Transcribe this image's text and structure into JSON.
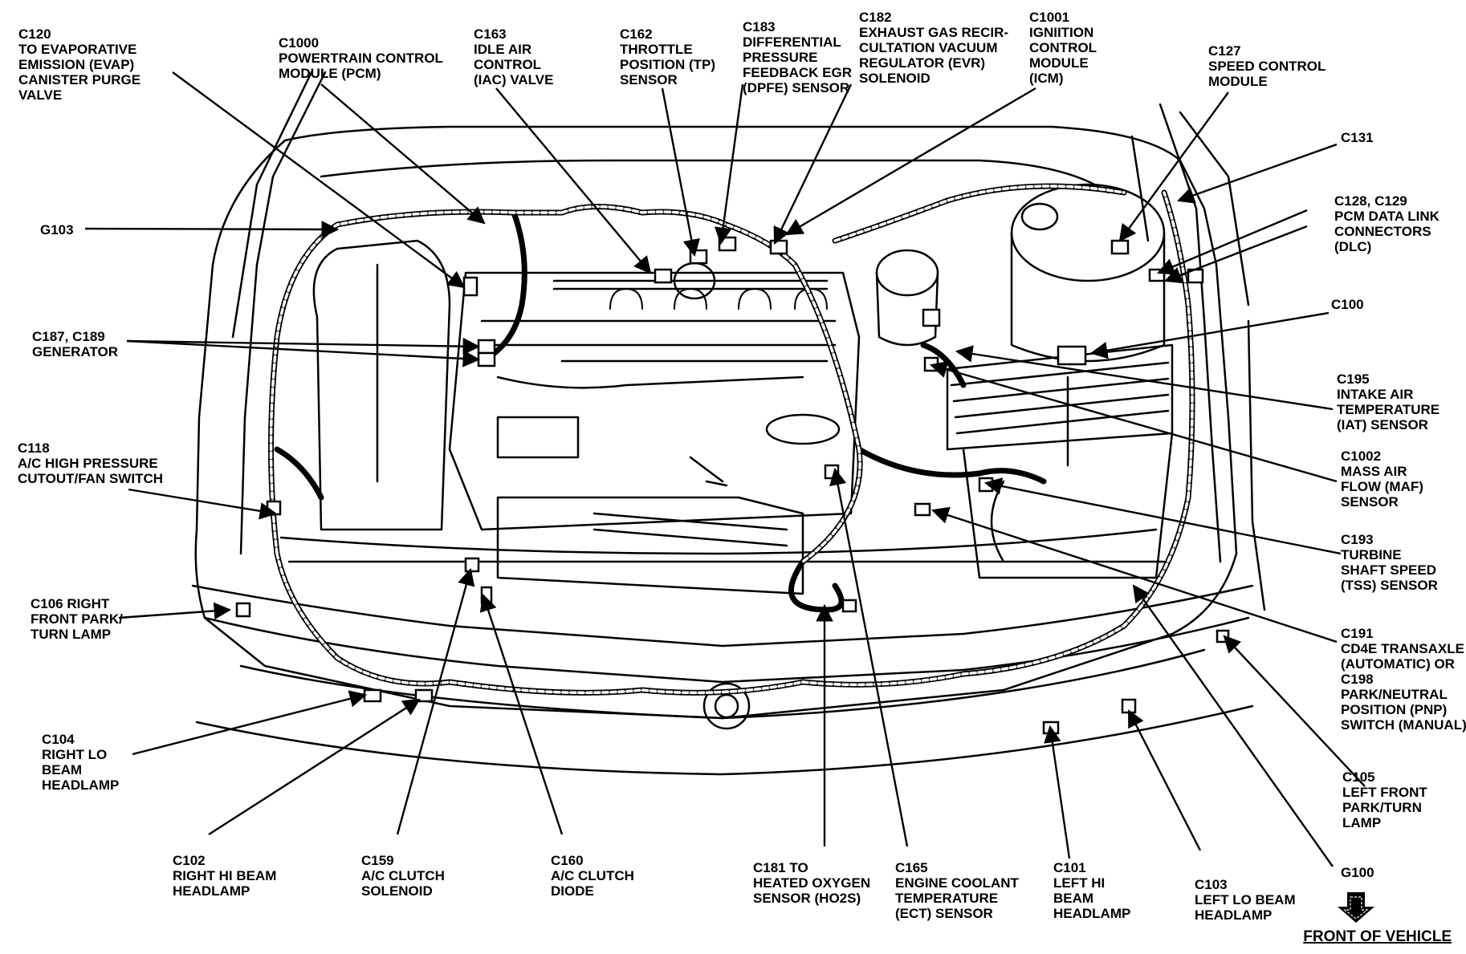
{
  "callouts": [
    {
      "id": "c120",
      "lines": [
        "C120",
        "TO EVAPORATIVE",
        "EMISSION (EVAP)",
        "CANISTER PURGE",
        "VALVE"
      ]
    },
    {
      "id": "c1000",
      "lines": [
        "C1000",
        "POWERTRAIN CONTROL",
        "MODULE  (PCM)"
      ]
    },
    {
      "id": "c163",
      "lines": [
        "C163",
        "IDLE AIR",
        "CONTROL",
        "(IAC) VALVE"
      ]
    },
    {
      "id": "c162",
      "lines": [
        "C162",
        "THROTTLE",
        "POSITION (TP)",
        "SENSOR"
      ]
    },
    {
      "id": "c183",
      "lines": [
        "C183",
        "DIFFERENTIAL",
        "PRESSURE",
        "FEEDBACK EGR",
        "(DPFE) SENSOR"
      ]
    },
    {
      "id": "c182",
      "lines": [
        "C182",
        "EXHAUST GAS RECIR-",
        "CULTATION VACUUM",
        "REGULATOR (EVR)",
        "SOLENOID"
      ]
    },
    {
      "id": "c1001",
      "lines": [
        "C1001",
        "IGNIITION",
        "CONTROL",
        "MODULE",
        "(ICM)"
      ]
    },
    {
      "id": "c127",
      "lines": [
        "C127",
        "SPEED CONTROL",
        "MODULE"
      ]
    },
    {
      "id": "c131",
      "lines": [
        "C131"
      ]
    },
    {
      "id": "g103",
      "lines": [
        "G103"
      ]
    },
    {
      "id": "c128",
      "lines": [
        "C128, C129",
        "PCM DATA LINK",
        "CONNECTORS",
        "(DLC)"
      ]
    },
    {
      "id": "c100",
      "lines": [
        "C100"
      ]
    },
    {
      "id": "c187",
      "lines": [
        "C187, C189",
        "GENERATOR"
      ]
    },
    {
      "id": "c195",
      "lines": [
        "C195",
        "INTAKE AIR",
        "TEMPERATURE",
        "(IAT) SENSOR"
      ]
    },
    {
      "id": "c118",
      "lines": [
        "C118",
        "A/C HIGH PRESSURE",
        "CUTOUT/FAN SWITCH"
      ]
    },
    {
      "id": "c1002",
      "lines": [
        "C1002",
        "MASS AIR",
        "FLOW (MAF)",
        "SENSOR"
      ]
    },
    {
      "id": "c193",
      "lines": [
        "C193",
        "TURBINE",
        "SHAFT SPEED",
        "(TSS) SENSOR"
      ]
    },
    {
      "id": "c106",
      "lines": [
        "C106 RIGHT",
        "FRONT PARK/",
        "TURN LAMP"
      ]
    },
    {
      "id": "c191",
      "lines": [
        "C191",
        "CD4E TRANSAXLE",
        "(AUTOMATIC) OR",
        "C198",
        "PARK/NEUTRAL",
        "POSITION (PNP)",
        "SWITCH (MANUAL)"
      ]
    },
    {
      "id": "c104",
      "lines": [
        "C104",
        "RIGHT LO",
        "BEAM",
        "HEADLAMP"
      ]
    },
    {
      "id": "c105",
      "lines": [
        "C105",
        "LEFT FRONT",
        "PARK/TURN",
        "LAMP"
      ]
    },
    {
      "id": "c102",
      "lines": [
        "C102",
        "RIGHT HI BEAM",
        "HEADLAMP"
      ]
    },
    {
      "id": "c159",
      "lines": [
        "C159",
        "A/C CLUTCH",
        "SOLENOID"
      ]
    },
    {
      "id": "c160",
      "lines": [
        "C160",
        "A/C CLUTCH",
        "DIODE"
      ]
    },
    {
      "id": "c181",
      "lines": [
        "C181 TO",
        "HEATED OXYGEN",
        "SENSOR (HO2S)"
      ]
    },
    {
      "id": "c165",
      "lines": [
        "C165",
        "ENGINE COOLANT",
        "TEMPERATURE",
        "(ECT) SENSOR"
      ]
    },
    {
      "id": "c101",
      "lines": [
        "C101",
        "LEFT HI",
        "BEAM",
        "HEADLAMP"
      ]
    },
    {
      "id": "c103",
      "lines": [
        "C103",
        "LEFT LO BEAM",
        "HEADLAMP"
      ]
    },
    {
      "id": "g100",
      "lines": [
        "G100"
      ]
    }
  ],
  "footer": {
    "label": "FRONT OF VEHICLE"
  }
}
